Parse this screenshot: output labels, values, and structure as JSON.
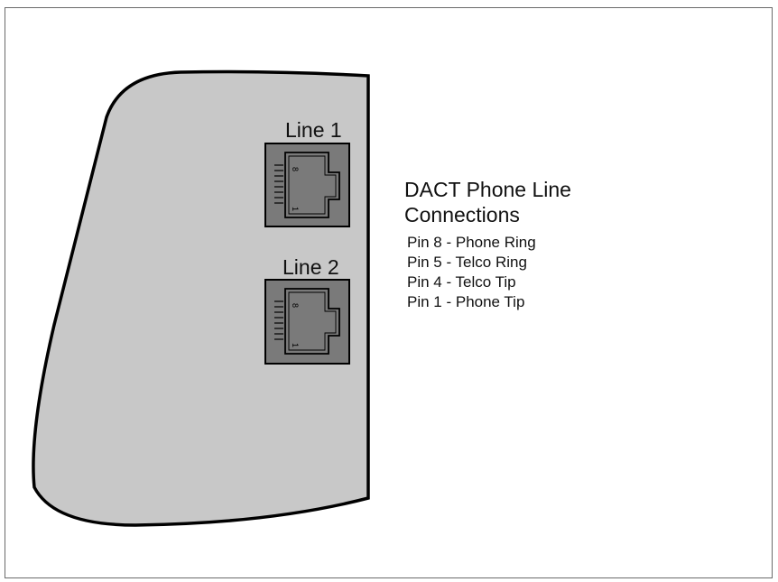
{
  "jacks": [
    {
      "label": "Line 1"
    },
    {
      "label": "Line 2"
    }
  ],
  "title": {
    "line1": "DACT Phone Line",
    "line2": "Connections"
  },
  "pins": [
    "Pin 8 - Phone Ring",
    "Pin 5 - Telco Ring",
    "Pin 4 - Telco Tip",
    "Pin 1 - Phone Tip"
  ],
  "jack_pin_marks": {
    "top": "8",
    "bottom": "1"
  },
  "colors": {
    "board_fill": "#c8c8c8",
    "jack_fill": "#7a7a7a",
    "outline": "#000000"
  }
}
